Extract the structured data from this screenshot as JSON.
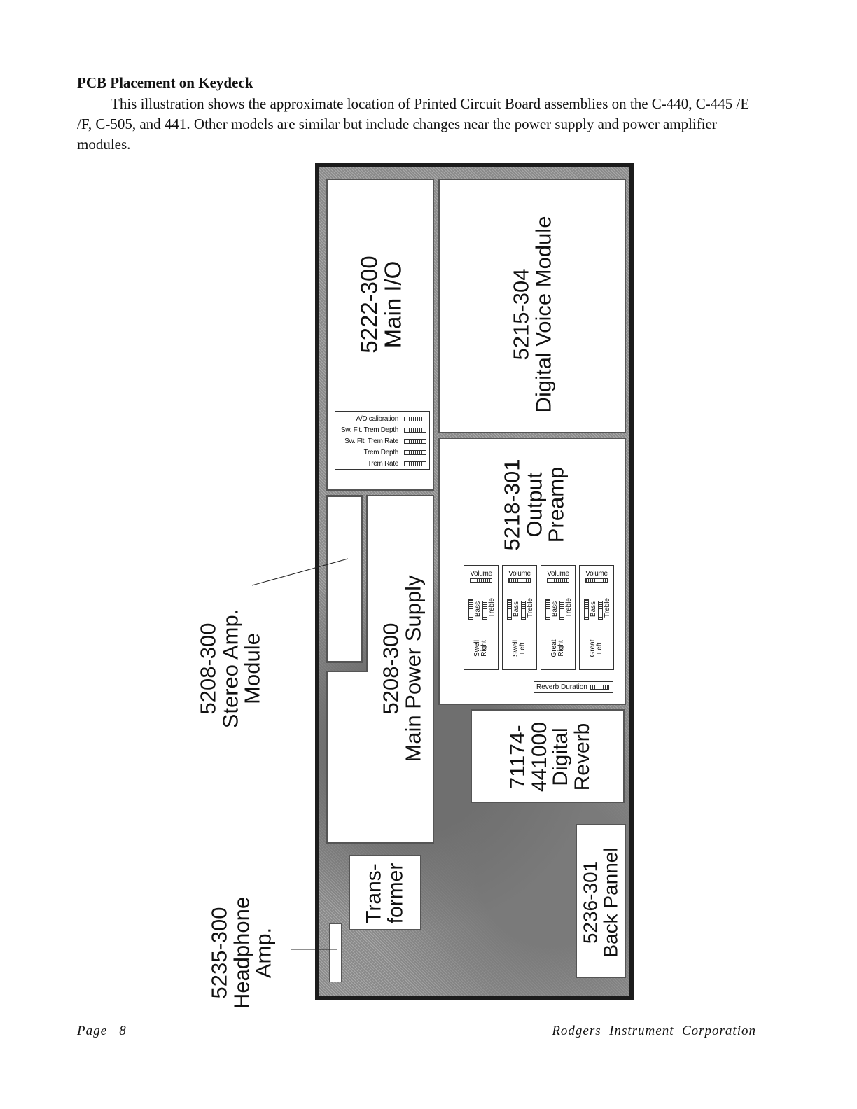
{
  "heading": "PCB Placement on Keydeck",
  "paragraph": "This illustration shows the approximate location of Printed Circuit Board assemblies on the C-440, C-445 /E /F, C-505, and 441.  Other models are similar but include changes near the power supply and power amplifier modules.",
  "diagram": {
    "main_io": {
      "part": "5222-300",
      "name": "Main I/O"
    },
    "digital_voice": {
      "part": "5215-304",
      "name": "Digital Voice Module"
    },
    "output_preamp": {
      "part": "5218-301",
      "name_line1": "Output",
      "name_line2": "Preamp"
    },
    "power_supply": {
      "part": "5208-300",
      "name": "Main Power Supply"
    },
    "digital_reverb": {
      "part_line1": "71174-",
      "part_line2": "441000",
      "name_line1": "Digital",
      "name_line2": "Reverb"
    },
    "transformer": {
      "line1": "Trans-",
      "line2": "former"
    },
    "back_panel": {
      "part": "5236-301",
      "name": "Back Pannel"
    },
    "stereo_amp_callout": {
      "part": "5208-300",
      "line1": "Stereo Amp.",
      "line2": "Module"
    },
    "headphone_callout": {
      "part": "5235-300",
      "line1": "Headphone",
      "line2": "Amp."
    },
    "io_controls": [
      "A/D calibration",
      "Sw. Flt. Trem Depth",
      "Sw. Flt. Trem Rate",
      "Trem Depth",
      "Trem Rate"
    ],
    "preamp_channels": [
      {
        "volume": "Volume",
        "bass": "Bass",
        "treble": "Treble",
        "label_line1": "Swell",
        "label_line2": "Right"
      },
      {
        "volume": "Volume",
        "bass": "Bass",
        "treble": "Treble",
        "label_line1": "Swell",
        "label_line2": "Left"
      },
      {
        "volume": "Volume",
        "bass": "Bass",
        "treble": "Treble",
        "label_line1": "Great",
        "label_line2": "Right"
      },
      {
        "volume": "Volume",
        "bass": "Bass",
        "treble": "Treble",
        "label_line1": "Great",
        "label_line2": "Left"
      }
    ],
    "reverb_duration": "Reverb Duration"
  },
  "footer": {
    "page": "Page   8",
    "company": "Rodgers  Instrument  Corporation"
  }
}
